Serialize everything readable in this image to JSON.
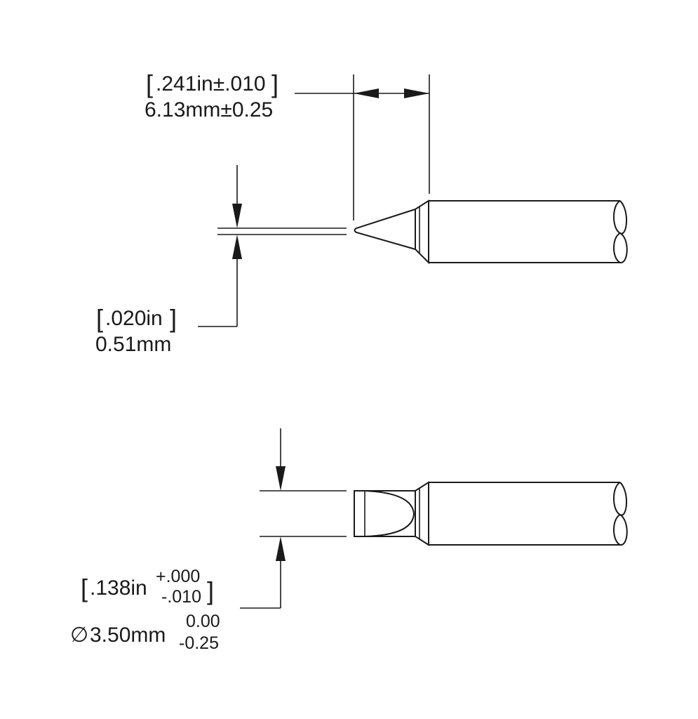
{
  "top_view": {
    "length_dim": {
      "inch": ".241in±.010",
      "mm": "6.13mm±0.25"
    },
    "tip_dim": {
      "inch": ".020in",
      "mm": "0.51mm"
    }
  },
  "bottom_view": {
    "diameter_dim": {
      "inch": ".138in",
      "inch_tol_upper": "+.000",
      "inch_tol_lower": "-.010",
      "diameter_symbol": "∅",
      "mm": "3.50mm",
      "mm_tol_upper": "0.00",
      "mm_tol_lower": "-0.25"
    }
  },
  "colors": {
    "line": "#1a1a1a",
    "background": "#ffffff"
  }
}
